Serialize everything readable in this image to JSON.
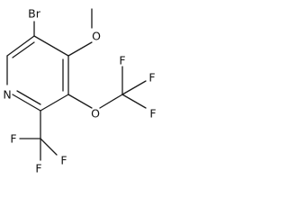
{
  "molecule": {
    "atoms": {
      "bromine": "Br",
      "methoxy_oxygen": "O",
      "ether_oxygen": "O",
      "ring_nitrogen": "N",
      "f1_top": "F",
      "f2_upper_right": "F",
      "f3_right": "F",
      "f4_left": "F",
      "f5_lower_left": "F",
      "f6_lower_right": "F"
    }
  }
}
